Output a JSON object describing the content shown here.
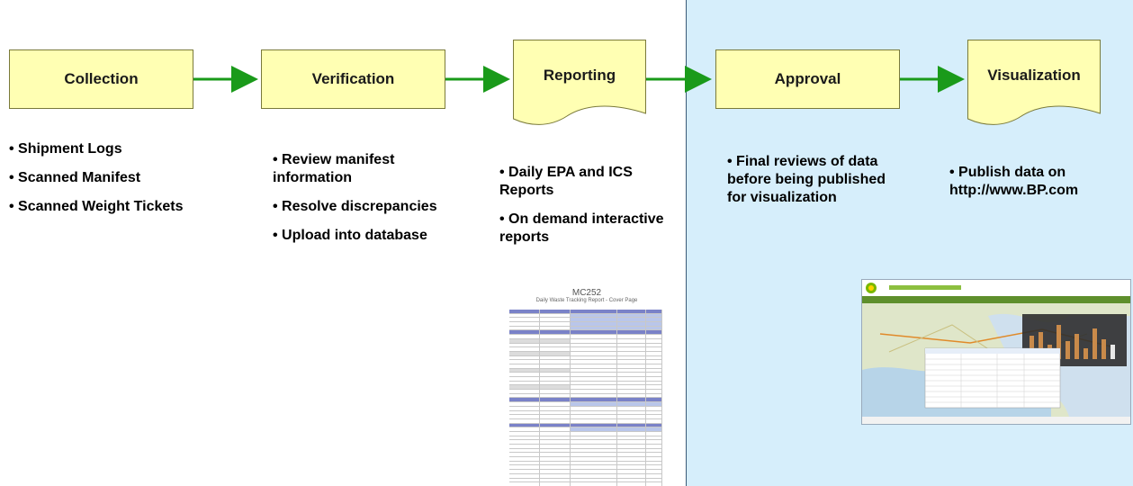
{
  "stages": [
    {
      "label": "Collection",
      "bullets": [
        "• Shipment Logs",
        "• Scanned Manifest",
        "• Scanned Weight Tickets"
      ]
    },
    {
      "label": "Verification",
      "bullets": [
        "• Review manifest information",
        "• Resolve discrepancies",
        "• Upload into database"
      ]
    },
    {
      "label": "Reporting",
      "bullets": [
        "• Daily EPA and ICS Reports",
        "• On demand interactive reports"
      ]
    },
    {
      "label": "Approval",
      "bullets": [
        "• Final reviews of data before being published for visualization"
      ]
    },
    {
      "label": "Visualization",
      "bullets": [
        "• Publish data on http://www.BP.com"
      ]
    }
  ],
  "report_thumbnail": {
    "title": "MC252",
    "subtitle": "Daily Waste Tracking Report - Cover Page"
  },
  "colors": {
    "box_fill": "#ffffb3",
    "arrow": "#1a9a1a",
    "panel": "#d6eefb",
    "table_header": "#7a82c8"
  }
}
